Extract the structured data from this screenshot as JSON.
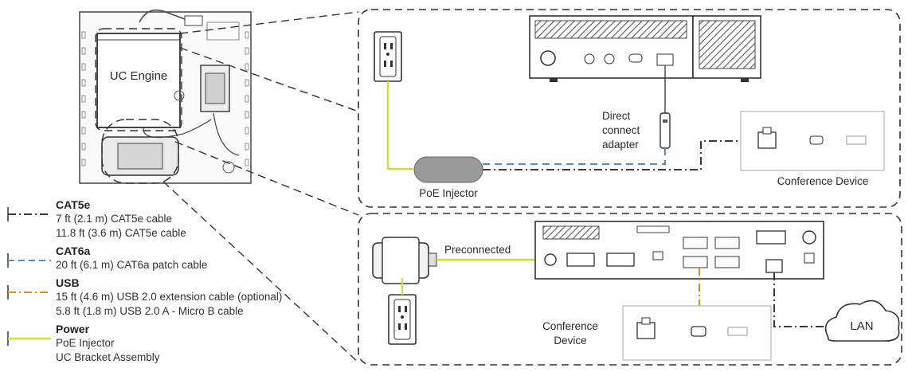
{
  "labels": {
    "uc_engine": "UC Engine",
    "direct_connect": [
      "Direct",
      "connect",
      "adapter"
    ],
    "poe_injector": "PoE Injector",
    "conference_device_top": "Conference Device",
    "preconnected": "Preconnected",
    "conference_device_bottom": [
      "Conference",
      "Device"
    ],
    "lan": "LAN"
  },
  "legend": [
    {
      "title": "CAT5e",
      "color": "#3a3a3a",
      "style": "dash-dot",
      "items": [
        "7 ft (2.1 m) CAT5e cable",
        "11.8 ft (3.6 m) CAT5e cable"
      ]
    },
    {
      "title": "CAT6a",
      "color": "#4a8fd0",
      "style": "dashed",
      "items": [
        "20 ft (6.1 m) CAT6a patch cable"
      ]
    },
    {
      "title": "USB",
      "color": "#e08a2a",
      "style": "dash-dot",
      "items": [
        "15 ft (4.6 m) USB 2.0 extension cable (optional)",
        "5.8 ft (1.8 m) USB 2.0 A - Micro B cable"
      ]
    },
    {
      "title": "Power",
      "color": "#d8d83a",
      "style": "solid",
      "items": [
        "PoE Injector",
        "UC Bracket Assembly"
      ]
    }
  ]
}
